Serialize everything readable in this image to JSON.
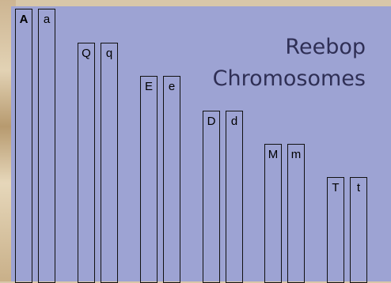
{
  "title": {
    "line1": "Reebop",
    "line2": "Chromosomes"
  },
  "chromosomes": [
    {
      "label": "A",
      "pair": 1
    },
    {
      "label": "a",
      "pair": 1
    },
    {
      "label": "Q",
      "pair": 2
    },
    {
      "label": "q",
      "pair": 2
    },
    {
      "label": "E",
      "pair": 3
    },
    {
      "label": "e",
      "pair": 3
    },
    {
      "label": "D",
      "pair": 4
    },
    {
      "label": "d",
      "pair": 4
    },
    {
      "label": "M",
      "pair": 5
    },
    {
      "label": "m",
      "pair": 5
    },
    {
      "label": "T",
      "pair": 6
    },
    {
      "label": "t",
      "pair": 6
    }
  ],
  "colors": {
    "panel": "#9da3d3",
    "title": "#2f2f55",
    "outline": "#111111"
  }
}
